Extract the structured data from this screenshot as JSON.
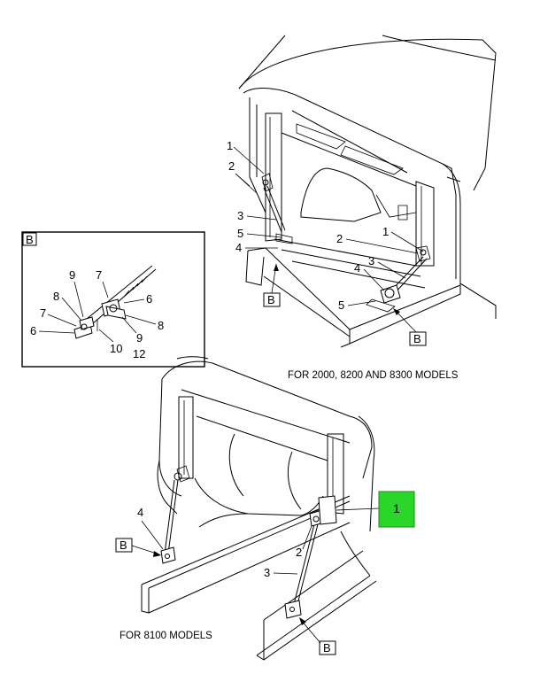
{
  "captions": {
    "top": "FOR 2000, 8200 AND 8300 MODELS",
    "bottom": "FOR 8100 MODELS"
  },
  "detail_box": {
    "title": "B",
    "callouts": {
      "a": "9",
      "b": "7",
      "c": "8",
      "d": "6",
      "e": "7",
      "f": "6",
      "g": "10",
      "h": "9",
      "i": "8",
      "j": "12"
    }
  },
  "top_view": {
    "callouts": {
      "c1a": "1",
      "c2a": "2",
      "c3": "3",
      "c5a": "5",
      "c4a": "4",
      "c1b": "1",
      "c2b": "2",
      "c4b": "4",
      "c3b": "3",
      "c5b": "5"
    },
    "ref_left": "B",
    "ref_right": "B"
  },
  "bottom_view": {
    "callouts": {
      "c4": "4",
      "c2": "2",
      "c3": "3"
    },
    "ref_left": "B",
    "ref_bottom": "B"
  },
  "selected_part": {
    "label": "1",
    "color": "#2bd62b"
  }
}
